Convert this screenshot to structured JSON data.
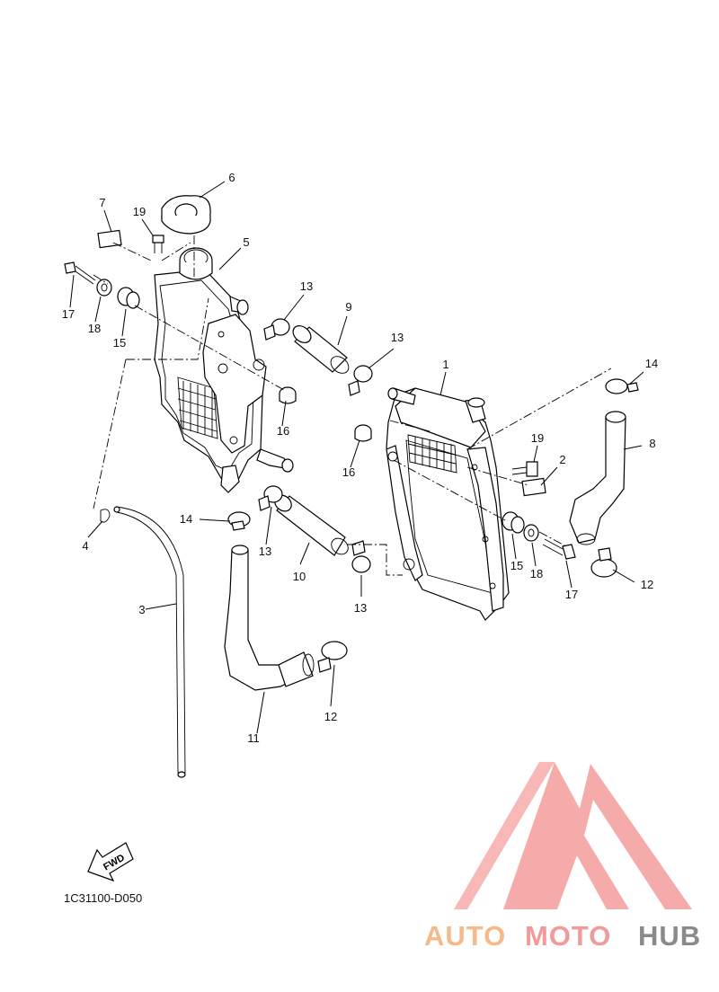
{
  "diagram_code": "1C31100-D050",
  "fwd_label": "FWD",
  "watermark": {
    "part1": "AUTO",
    "part2": "MOTO",
    "part3": "HUB",
    "colors": {
      "auto": "#f5b98a",
      "moto": "#f29a9a",
      "hub": "#8a8a8a",
      "logo": "#f6a6a6"
    }
  },
  "callouts": [
    {
      "id": "c1",
      "text": "1"
    },
    {
      "id": "c2",
      "text": "2"
    },
    {
      "id": "c3",
      "text": "3"
    },
    {
      "id": "c4",
      "text": "4"
    },
    {
      "id": "c5",
      "text": "5"
    },
    {
      "id": "c6",
      "text": "6"
    },
    {
      "id": "c7",
      "text": "7"
    },
    {
      "id": "c8",
      "text": "8"
    },
    {
      "id": "c9",
      "text": "9"
    },
    {
      "id": "c10",
      "text": "10"
    },
    {
      "id": "c11",
      "text": "11"
    },
    {
      "id": "c12a",
      "text": "12"
    },
    {
      "id": "c12b",
      "text": "12"
    },
    {
      "id": "c13a",
      "text": "13"
    },
    {
      "id": "c13b",
      "text": "13"
    },
    {
      "id": "c13c",
      "text": "13"
    },
    {
      "id": "c13d",
      "text": "13"
    },
    {
      "id": "c14a",
      "text": "14"
    },
    {
      "id": "c14b",
      "text": "14"
    },
    {
      "id": "c15a",
      "text": "15"
    },
    {
      "id": "c15b",
      "text": "15"
    },
    {
      "id": "c16a",
      "text": "16"
    },
    {
      "id": "c16b",
      "text": "16"
    },
    {
      "id": "c17a",
      "text": "17"
    },
    {
      "id": "c17b",
      "text": "17"
    },
    {
      "id": "c18a",
      "text": "18"
    },
    {
      "id": "c18b",
      "text": "18"
    },
    {
      "id": "c19a",
      "text": "19"
    },
    {
      "id": "c19b",
      "text": "19"
    }
  ]
}
